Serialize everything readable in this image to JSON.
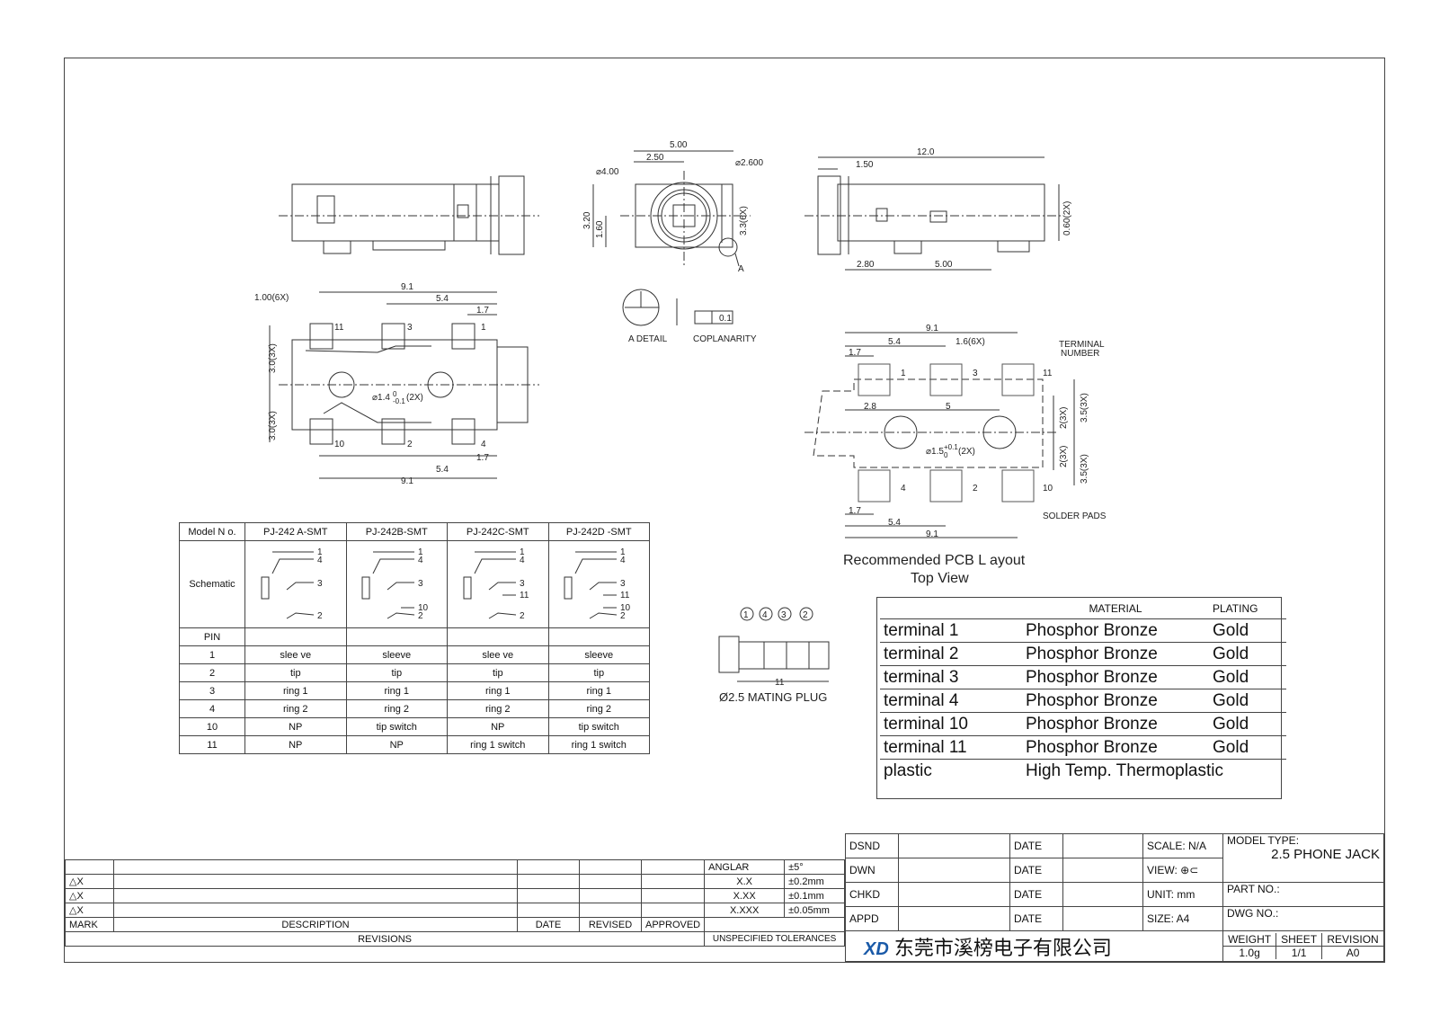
{
  "drawing": {
    "side_view": {
      "dims": [
        "12.0",
        "1.50",
        "2.80",
        "5.00",
        "0.60(2X)"
      ]
    },
    "front_view": {
      "dims": [
        "5.00",
        "2.50",
        "⌀4.00",
        "⌀2.600",
        "3.20",
        "1.60",
        "3.3(6X)"
      ],
      "detail_mark": "A"
    },
    "detail": {
      "label": "A DETAIL",
      "coplanarity": "COPLANARITY",
      "tolerance": "0.1"
    },
    "top_view": {
      "dims": [
        "9.1",
        "5.4",
        "1.7",
        "1.00(6X)",
        "3.0(3X)",
        "3.0(3X)",
        "⌀1.4",
        "(2X)",
        "5.4",
        "1.7",
        "9.1"
      ],
      "tol_sup": "0",
      "tol_sub": "-0.1",
      "pins": [
        "11",
        "3",
        "1",
        "10",
        "2",
        "4"
      ]
    },
    "pcb": {
      "dims": [
        "9.1",
        "5.4",
        "1.6(6X)",
        "1.7",
        "2.8",
        "5",
        "⌀1.5",
        "(2X)",
        "2(3X)",
        "3.5(3X)",
        "2(3X)",
        "3.5(3X)",
        "1.7",
        "5.4",
        "9.1"
      ],
      "tol_sup": "+0.1",
      "tol_sub": "0",
      "terminal_number": [
        "TERMINAL",
        "NUMBER"
      ],
      "solder_pads": "SOLDER PADS",
      "pins": [
        "1",
        "3",
        "11",
        "4",
        "2",
        "10"
      ],
      "title": "Recommended PCB L ayout",
      "subtitle": "Top View"
    },
    "plug": {
      "pins": [
        "1",
        "4",
        "3",
        "2"
      ],
      "dim": "11",
      "label": "Ø2.5 MATING PLUG"
    }
  },
  "model_table": {
    "header": [
      "Model N o.",
      "PJ-242 A-SMT",
      "PJ-242B-SMT",
      "PJ-242C-SMT",
      "PJ-242D -SMT"
    ],
    "schematic_label": "Schematic",
    "schematic_pins": [
      [
        "1",
        "4",
        "3",
        "2"
      ],
      [
        "1",
        "4",
        "3",
        "10",
        "2"
      ],
      [
        "1",
        "4",
        "3",
        "11",
        "2"
      ],
      [
        "1",
        "4",
        "3",
        "11",
        "10",
        "2"
      ]
    ],
    "pin_label": "PIN",
    "rows": [
      [
        "1",
        "slee ve",
        "sleeve",
        "slee ve",
        "sleeve"
      ],
      [
        "2",
        "tip",
        "tip",
        "tip",
        "tip"
      ],
      [
        "3",
        "ring 1",
        "ring 1",
        "ring 1",
        "ring 1"
      ],
      [
        "4",
        "ring 2",
        "ring 2",
        "ring 2",
        "ring 2"
      ],
      [
        "10",
        "NP",
        "tip switch",
        "NP",
        "tip switch"
      ],
      [
        "11",
        "NP",
        "NP",
        "ring 1 switch",
        "ring 1 switch"
      ]
    ]
  },
  "material_table": {
    "headers": [
      "",
      "MATERIAL",
      "PLATING"
    ],
    "rows": [
      [
        "terminal 1",
        "Phosphor Bronze",
        "Gold"
      ],
      [
        "terminal 2",
        "Phosphor Bronze",
        "Gold"
      ],
      [
        "terminal 3",
        "Phosphor Bronze",
        "Gold"
      ],
      [
        "terminal 4",
        "Phosphor Bronze",
        "Gold"
      ],
      [
        "terminal 10",
        "Phosphor Bronze",
        "Gold"
      ],
      [
        "terminal 11",
        "Phosphor Bronze",
        "Gold"
      ]
    ],
    "plastic": [
      "plastic",
      "High Temp. Thermoplastic"
    ]
  },
  "revisions": {
    "marks": [
      "△X",
      "△X",
      "△X"
    ],
    "footer": [
      "MARK",
      "DESCRIPTION",
      "DATE",
      "REVISED",
      "APPROVED"
    ],
    "title": "REVISIONS",
    "tolerances": [
      [
        "ANGLAR",
        "±5°"
      ],
      [
        "X.X",
        "±0.2mm"
      ],
      [
        "X.XX",
        "±0.1mm"
      ],
      [
        "X.XXX",
        "±0.05mm"
      ]
    ],
    "tol_title": "UNSPECIFIED TOLERANCES"
  },
  "title_block": {
    "rows": [
      [
        "DSND",
        "DATE"
      ],
      [
        "DWN",
        "DATE"
      ],
      [
        "CHKD",
        "DATE"
      ],
      [
        "APPD",
        "DATE"
      ]
    ],
    "scale": "SCALE: N/A",
    "view": "VIEW:",
    "unit": "UNIT: mm",
    "size": "SIZE: A4",
    "model_type_label": "MODEL TYPE:",
    "model_type": "2.5 PHONE JACK",
    "part_no": "PART NO.:",
    "dwg_no": "DWG NO.:",
    "company": "东莞市溪榜电子有限公司",
    "logo": "XD",
    "bottom_labels": [
      "WEIGHT",
      "SHEET",
      "REVISION"
    ],
    "bottom_values": [
      "1.0g",
      "1/1",
      "A0"
    ]
  },
  "colors": {
    "line": "#333333",
    "logo_blue": "#1a5aa8",
    "red": "#cc2222"
  }
}
